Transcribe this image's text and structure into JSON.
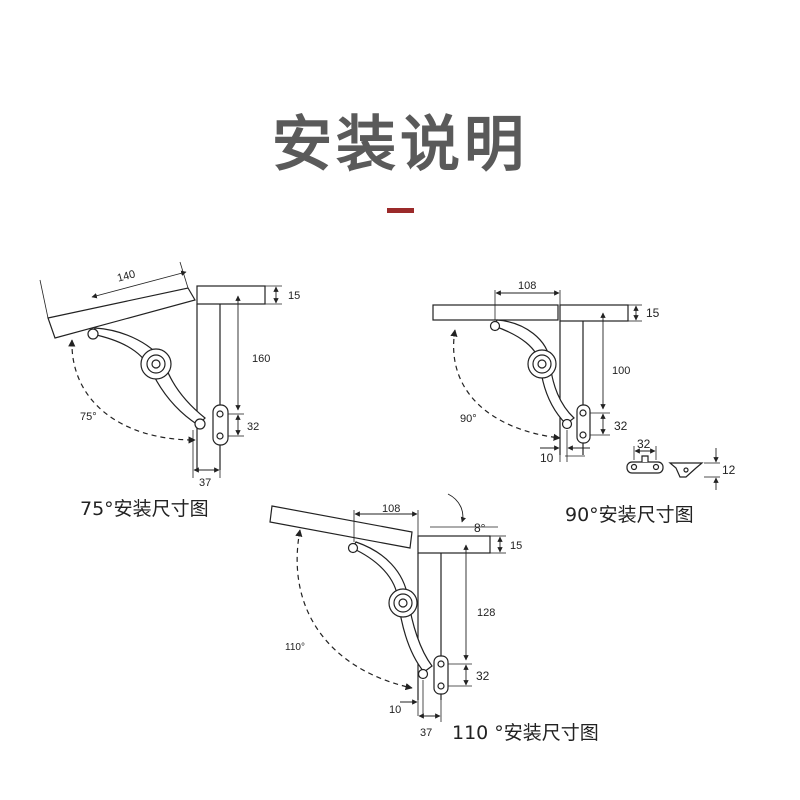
{
  "title": "安装说明",
  "accent_color": "#9b2a2a",
  "line_color": "#222222",
  "diagrams": [
    {
      "caption": "75°安装尺寸图",
      "angle": "75°",
      "dims": {
        "lid": "140",
        "top": "15",
        "vertical": "160",
        "bottom": "32",
        "base": "37"
      }
    },
    {
      "caption": "90°安装尺寸图",
      "angle": "90°",
      "dims": {
        "lid": "108",
        "top": "15",
        "vertical": "100",
        "bottom": "32",
        "offset": "10"
      },
      "bracket": {
        "width": "32",
        "height": "12"
      }
    },
    {
      "caption": "110 °安装尺寸图",
      "angle": "110°",
      "tilt": "8°",
      "dims": {
        "lid": "108",
        "top": "15",
        "vertical": "128",
        "bottom": "32",
        "offset": "10",
        "base": "37"
      }
    }
  ]
}
